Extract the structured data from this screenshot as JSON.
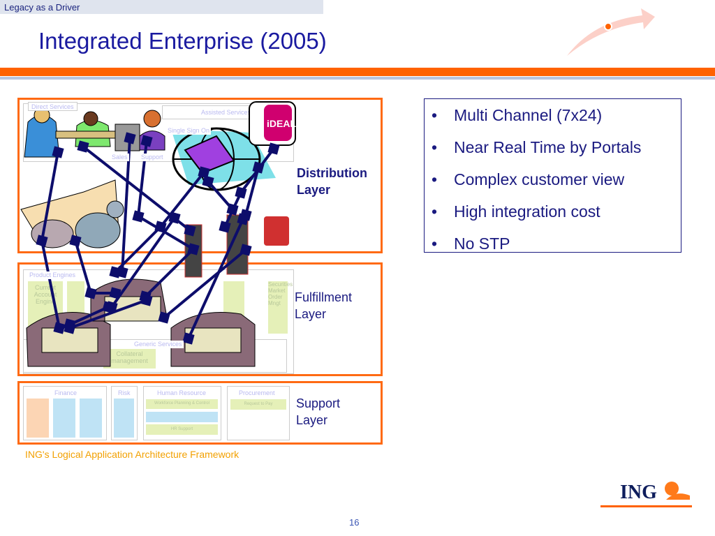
{
  "header": {
    "section_tab": "Legacy as a Driver",
    "title": "Integrated Enterprise (2005)"
  },
  "diagram": {
    "layers": [
      {
        "label_line1": "Distribution",
        "label_line2": "Layer"
      },
      {
        "label_line1": "Fulfillment",
        "label_line2": "Layer"
      },
      {
        "label_line1": "Support",
        "label_line2": "Layer"
      }
    ],
    "faint_labels": {
      "direct": "Direct Services",
      "assisted": "Assisted Services",
      "sso": "Single Sign On",
      "sales": "Sales",
      "support": "Support",
      "product": "Product Engines",
      "current_account": "Current Account Engine",
      "generic": "Generic Services",
      "collateral": "Collateral management",
      "securities_market": "Securities Market Order Mngt",
      "finance": "Finance",
      "risk": "Risk",
      "hr": "Human Resource",
      "procurement": "Procurement",
      "workforce": "Workforce Planning & Control",
      "hr_support": "HR Support",
      "request": "Request to Pay"
    },
    "logo_ideal": "iDEAL"
  },
  "bullets": [
    "Multi Channel (7x24)",
    "Near Real Time by Portals",
    "Complex customer view",
    "High integration cost",
    "No STP"
  ],
  "footer": {
    "caption": "ING's Logical Application Architecture Framework",
    "page": "16",
    "brand": "ING"
  },
  "colors": {
    "accent": "#ff6200",
    "navy": "#1a1a80",
    "line": "#0d0d6b"
  }
}
